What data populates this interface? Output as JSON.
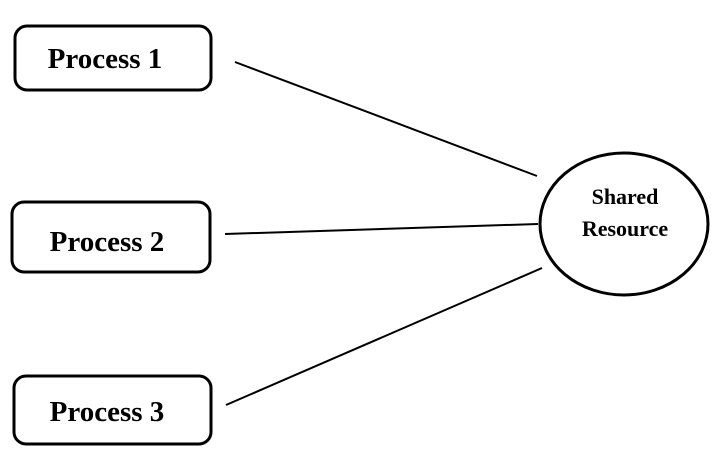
{
  "processes": [
    {
      "label": "Process 1"
    },
    {
      "label": "Process 2"
    },
    {
      "label": "Process 3"
    }
  ],
  "resource": {
    "line1": "Shared",
    "line2": "Resource"
  },
  "colors": {
    "stroke": "#000000",
    "fill": "#ffffff"
  }
}
